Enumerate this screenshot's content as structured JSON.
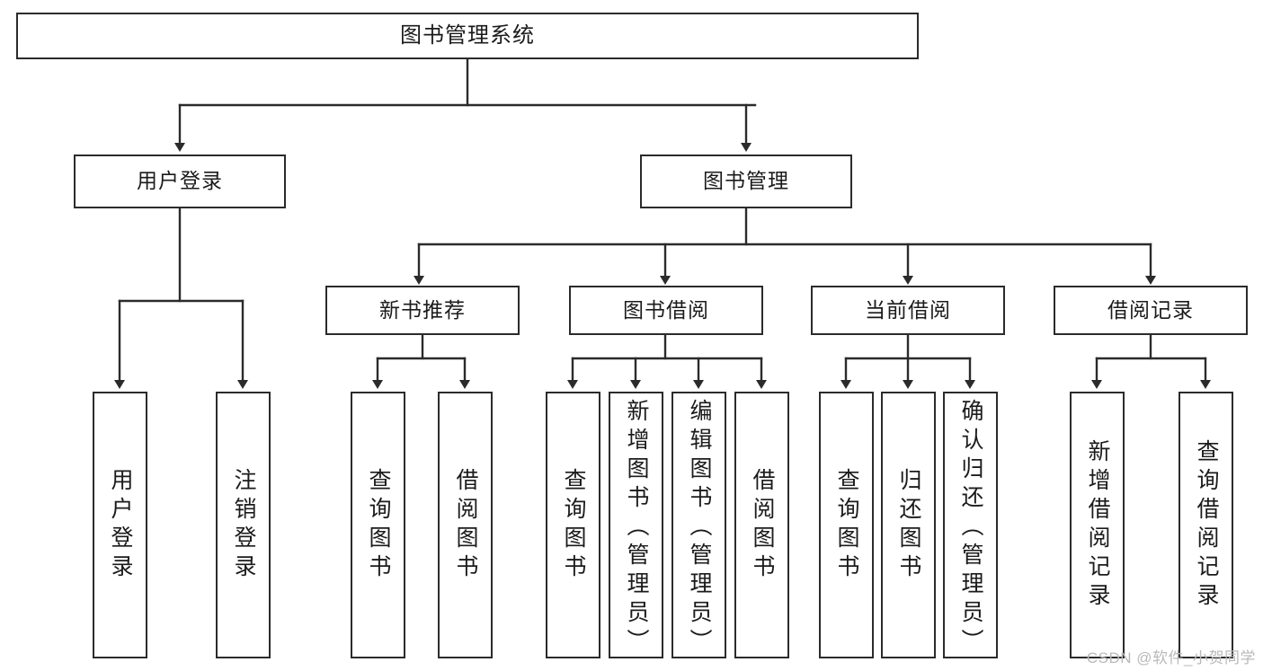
{
  "diagram": {
    "title": "图书管理系统",
    "watermark": "CSDN @软件_小贺同学",
    "line_color": "#2b2b2b",
    "background": "#ffffff",
    "root": {
      "label": "图书管理系统"
    },
    "level2": [
      {
        "label": "用户登录"
      },
      {
        "label": "图书管理"
      }
    ],
    "level3": [
      {
        "label": "新书推荐"
      },
      {
        "label": "图书借阅"
      },
      {
        "label": "当前借阅"
      },
      {
        "label": "借阅记录"
      }
    ],
    "leaves": {
      "user_login": [
        {
          "label": "用户登录"
        },
        {
          "label": "注销登录"
        }
      ],
      "new_book": [
        {
          "label": "查询图书"
        },
        {
          "label": "借阅图书"
        }
      ],
      "book_borrow": [
        {
          "label": "查询图书"
        },
        {
          "label": "新增图书（管理员）"
        },
        {
          "label": "编辑图书（管理员）"
        },
        {
          "label": "借阅图书"
        }
      ],
      "current_borrow": [
        {
          "label": "查询图书"
        },
        {
          "label": "归还图书"
        },
        {
          "label": "确认归还（管理员）"
        }
      ],
      "borrow_record": [
        {
          "label": "新增借阅记录"
        },
        {
          "label": "查询借阅记录"
        }
      ]
    }
  }
}
